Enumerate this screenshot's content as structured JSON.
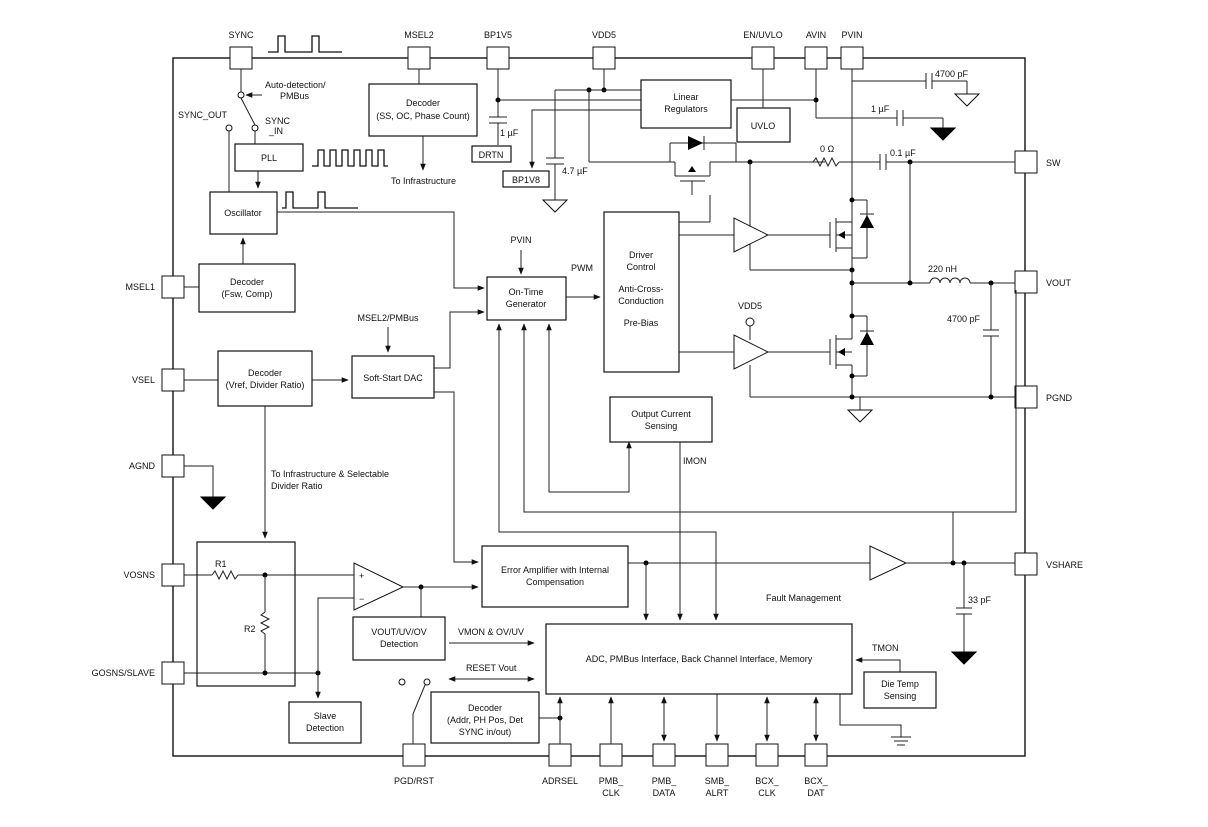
{
  "pins": {
    "sync": "SYNC",
    "msel2": "MSEL2",
    "bp1v5": "BP1V5",
    "vdd5": "VDD5",
    "en_uvlo": "EN/UVLO",
    "avin": "AVIN",
    "pvin": "PVIN",
    "msel1": "MSEL1",
    "vsel": "VSEL",
    "agnd": "AGND",
    "vosns": "VOSNS",
    "gosns_slave": "GOSNS/SLAVE",
    "sw": "SW",
    "vout": "VOUT",
    "pgnd": "PGND",
    "vshare": "VSHARE",
    "pgd_rst": "PGD/RST",
    "adrsel": "ADRSEL",
    "pmb_clk": [
      "PMB_",
      "CLK"
    ],
    "pmb_data": [
      "PMB_",
      "DATA"
    ],
    "smb_alrt": [
      "SMB_",
      "ALRT"
    ],
    "bcx_clk": [
      "BCX_",
      "CLK"
    ],
    "bcx_dat": [
      "BCX_",
      "DAT"
    ]
  },
  "blocks": {
    "decoder_msel2": [
      "Decoder",
      "(SS, OC, Phase Count)"
    ],
    "linear_regulators": [
      "Linear",
      "Regulators"
    ],
    "uvlo": "UVLO",
    "drtn": "DRTN",
    "bp1v8": "BP1V8",
    "pll": "PLL",
    "oscillator": "Oscillator",
    "decoder_msel1": [
      "Decoder",
      "(Fsw, Comp)"
    ],
    "on_time": [
      "On-Time",
      "Generator"
    ],
    "driver_control": [
      "Driver",
      "Control",
      "",
      "Anti-Cross-",
      "Conduction",
      "",
      "Pre-Bias"
    ],
    "decoder_vsel": [
      "Decoder",
      "(Vref, Divider Ratio)"
    ],
    "soft_start": "Soft-Start DAC",
    "output_current": [
      "Output Current",
      "Sensing"
    ],
    "error_amp": [
      "Error Amplifier with Internal",
      "Compensation"
    ],
    "vout_detect": [
      "VOUT/UV/OV",
      "Detection"
    ],
    "adc": "ADC, PMBus Interface, Back Channel Interface, Memory",
    "die_temp": [
      "Die Temp",
      "Sensing"
    ],
    "slave_detect": [
      "Slave",
      "Detection"
    ],
    "decoder_addr": [
      "Decoder",
      "(Addr, PH Pos, Det",
      "SYNC in/out)"
    ]
  },
  "labels": {
    "auto_detect": [
      "Auto-detection/",
      "PMBus"
    ],
    "sync_out": "SYNC_OUT",
    "sync_in": [
      "SYNC",
      "_IN"
    ],
    "to_infra": "To Infrastructure",
    "to_infra_div": [
      "To Infrastructure & Selectable",
      "Divider Ratio"
    ],
    "cap_1uf_bp": "1 µF",
    "cap_4p7uf": "4.7 µF",
    "cap_4700pf_top": "4700 pF",
    "cap_1uf_avin": "1 µF",
    "res_0ohm": "0 Ω",
    "cap_0p1uf": "0.1 µF",
    "inductor": "220 nH",
    "cap_4700pf_out": "4700 pF",
    "cap_33pf": "33 pF",
    "pvin_in": "PVIN",
    "pwm": "PWM",
    "vdd5_drv": "VDD5",
    "msel2_pmbus": "MSEL2/PMBus",
    "imon": "IMON",
    "fault_mgmt": "Fault Management",
    "tmon": "TMON",
    "vmon": "VMON & OV/UV",
    "reset_vout": "RESET Vout",
    "r1": "R1",
    "r2": "R2",
    "plus": "+",
    "minus": "−"
  }
}
